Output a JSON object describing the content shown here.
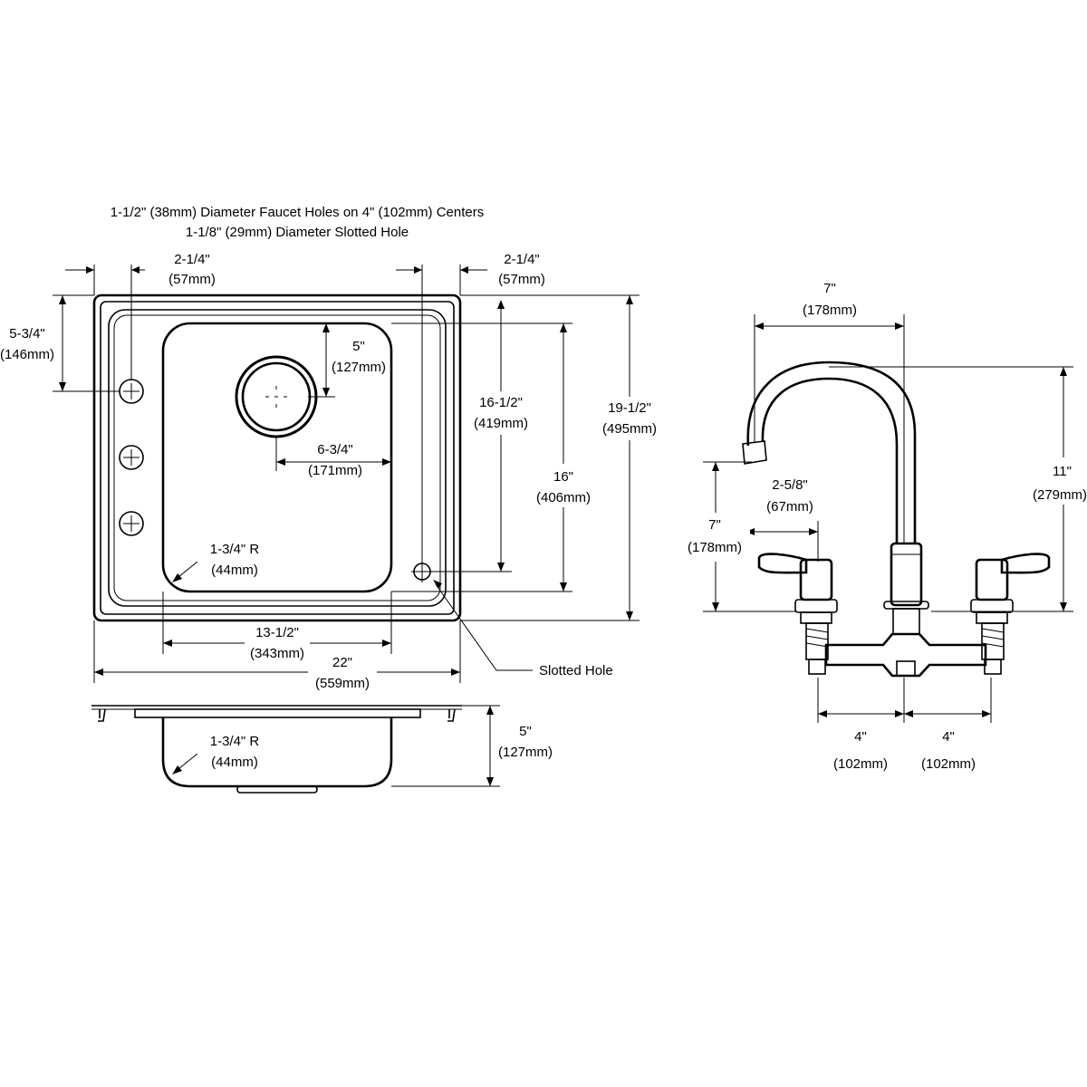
{
  "header": {
    "line1": "1-1/2\" (38mm) Diameter Faucet Holes on 4\" (102mm) Centers",
    "line2": "1-1/8\" (29mm) Diameter Slotted Hole"
  },
  "sink_top": {
    "left_ledge": {
      "in": "2-1/4\"",
      "mm": "(57mm)"
    },
    "right_ledge": {
      "in": "2-1/4\"",
      "mm": "(57mm)"
    },
    "faucet_hole_offset": {
      "in": "5-3/4\"",
      "mm": "(146mm)"
    },
    "drain_from_back": {
      "in": "5\"",
      "mm": "(127mm)"
    },
    "drain_from_right": {
      "in": "6-3/4\"",
      "mm": "(171mm)"
    },
    "bowl_length": {
      "in": "16-1/2\"",
      "mm": "(419mm)"
    },
    "bowl_inner": {
      "in": "16\"",
      "mm": "(406mm)"
    },
    "overall_depth": {
      "in": "19-1/2\"",
      "mm": "(495mm)"
    },
    "corner_radius": {
      "in": "1-3/4\" R",
      "mm": "(44mm)"
    },
    "bowl_width": {
      "in": "13-1/2\"",
      "mm": "(343mm)"
    },
    "overall_width": {
      "in": "22\"",
      "mm": "(559mm)"
    },
    "slotted_hole_label": "Slotted Hole"
  },
  "sink_side": {
    "corner_radius": {
      "in": "1-3/4\" R",
      "mm": "(44mm)"
    },
    "bowl_depth": {
      "in": "5\"",
      "mm": "(127mm)"
    }
  },
  "faucet": {
    "spout_reach": {
      "in": "7\"",
      "mm": "(178mm)"
    },
    "spout_height": {
      "in": "11\"",
      "mm": "(279mm)"
    },
    "handle_length": {
      "in": "2-5/8\"",
      "mm": "(67mm)"
    },
    "spout_outlet_height": {
      "in": "7\"",
      "mm": "(178mm)"
    },
    "left_center": {
      "in": "4\"",
      "mm": "(102mm)"
    },
    "right_center": {
      "in": "4\"",
      "mm": "(102mm)"
    }
  }
}
